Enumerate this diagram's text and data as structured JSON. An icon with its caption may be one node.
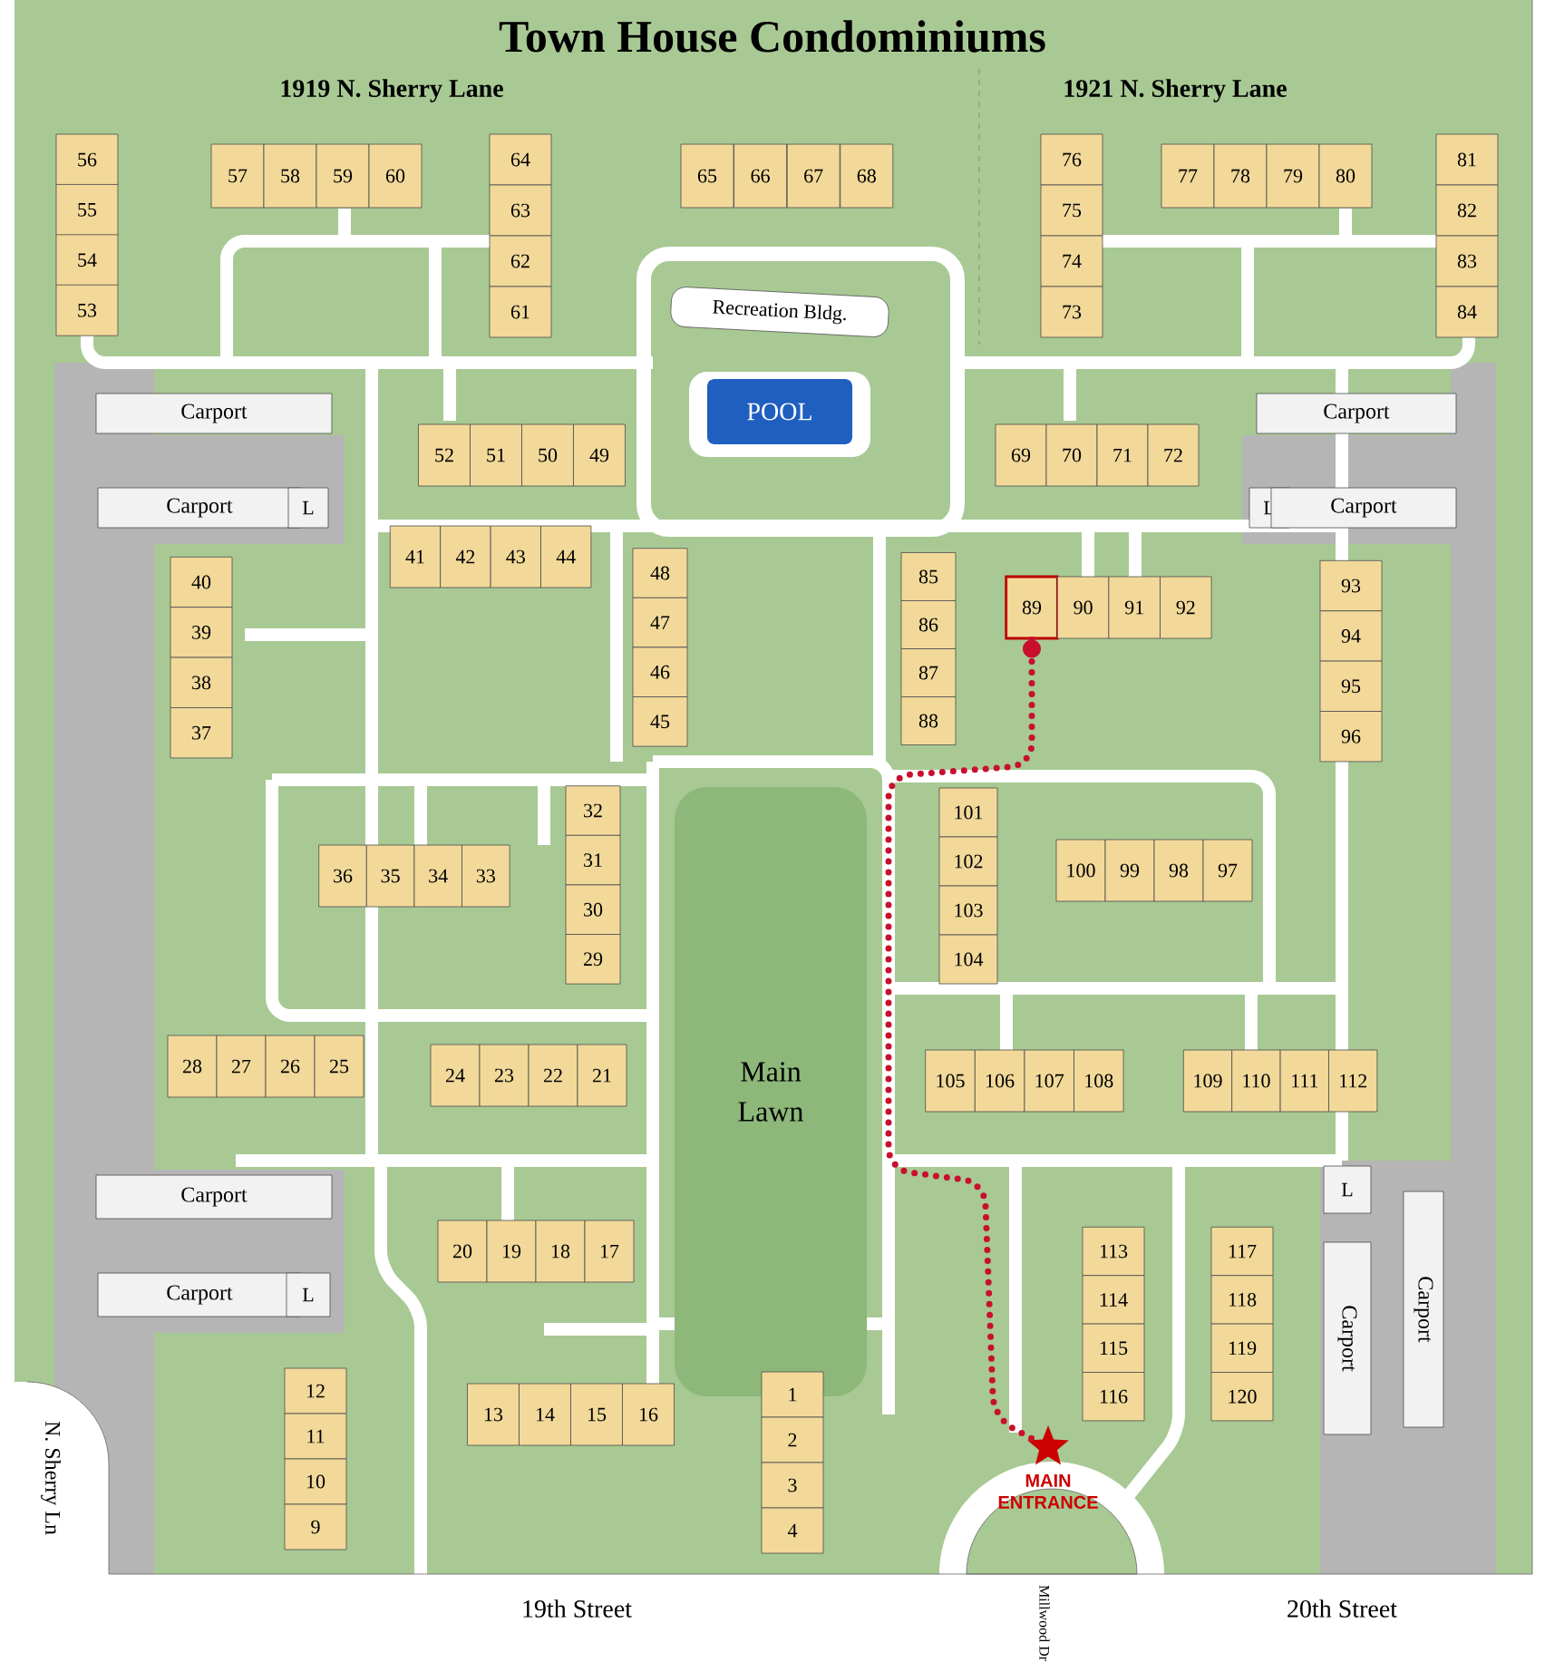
{
  "diagram": {
    "title": "Town House Condominiums",
    "nodes": [
      {
        "text": [
          "56"
        ]
      },
      {
        "text": [
          "55"
        ]
      },
      {
        "text": [
          "54"
        ]
      },
      {
        "text": [
          "53"
        ]
      },
      {
        "text": [
          "57"
        ]
      },
      {
        "text": [
          "58"
        ]
      },
      {
        "text": [
          "59"
        ]
      },
      {
        "text": [
          "60"
        ]
      },
      {
        "text": [
          "64"
        ]
      },
      {
        "text": [
          "63"
        ]
      },
      {
        "text": [
          "62"
        ]
      },
      {
        "text": [
          "61"
        ]
      },
      {
        "text": [
          "65"
        ]
      },
      {
        "text": [
          "66"
        ]
      },
      {
        "text": [
          "67"
        ]
      },
      {
        "text": [
          "68"
        ]
      },
      {
        "text": [
          "76"
        ]
      },
      {
        "text": [
          "75"
        ]
      },
      {
        "text": [
          "74"
        ]
      },
      {
        "text": [
          "73"
        ]
      },
      {
        "text": [
          "77"
        ]
      },
      {
        "text": [
          "78"
        ]
      },
      {
        "text": [
          "79"
        ]
      },
      {
        "text": [
          "80"
        ]
      },
      {
        "text": [
          "81"
        ]
      },
      {
        "text": [
          "82"
        ]
      },
      {
        "text": [
          "83"
        ]
      },
      {
        "text": [
          "84"
        ]
      },
      {
        "text": [
          "Recreation Bldg."
        ]
      },
      {
        "text": [
          "POOL"
        ]
      },
      {
        "text": [
          "Carport"
        ]
      },
      {
        "text": [
          "Carport"
        ]
      },
      {
        "text": [
          "L"
        ]
      },
      {
        "text": [
          "Carport"
        ]
      },
      {
        "text": [
          "L"
        ]
      },
      {
        "text": [
          "Carport"
        ]
      },
      {
        "text": [
          "52"
        ]
      },
      {
        "text": [
          "51"
        ]
      },
      {
        "text": [
          "50"
        ]
      },
      {
        "text": [
          "49"
        ]
      },
      {
        "text": [
          "69"
        ]
      },
      {
        "text": [
          "70"
        ]
      },
      {
        "text": [
          "71"
        ]
      },
      {
        "text": [
          "72"
        ]
      },
      {
        "text": [
          "40"
        ]
      },
      {
        "text": [
          "39"
        ]
      },
      {
        "text": [
          "38"
        ]
      },
      {
        "text": [
          "37"
        ]
      },
      {
        "text": [
          "41"
        ]
      },
      {
        "text": [
          "42"
        ]
      },
      {
        "text": [
          "43"
        ]
      },
      {
        "text": [
          "44"
        ]
      },
      {
        "text": [
          "48"
        ]
      },
      {
        "text": [
          "47"
        ]
      },
      {
        "text": [
          "46"
        ]
      },
      {
        "text": [
          "45"
        ]
      },
      {
        "text": [
          "85"
        ]
      },
      {
        "text": [
          "86"
        ]
      },
      {
        "text": [
          "87"
        ]
      },
      {
        "text": [
          "88"
        ]
      },
      {
        "text": [
          "89"
        ]
      },
      {
        "text": [
          "90"
        ]
      },
      {
        "text": [
          "91"
        ]
      },
      {
        "text": [
          "92"
        ]
      },
      {
        "text": [
          "93"
        ]
      },
      {
        "text": [
          "94"
        ]
      },
      {
        "text": [
          "95"
        ]
      },
      {
        "text": [
          "96"
        ]
      },
      {
        "text": [
          "36"
        ]
      },
      {
        "text": [
          "35"
        ]
      },
      {
        "text": [
          "34"
        ]
      },
      {
        "text": [
          "33"
        ]
      },
      {
        "text": [
          "32"
        ]
      },
      {
        "text": [
          "31"
        ]
      },
      {
        "text": [
          "30"
        ]
      },
      {
        "text": [
          "29"
        ]
      },
      {
        "text": [
          "Main Lawn"
        ]
      },
      {
        "text": [
          "101"
        ]
      },
      {
        "text": [
          "102"
        ]
      },
      {
        "text": [
          "103"
        ]
      },
      {
        "text": [
          "104"
        ]
      },
      {
        "text": [
          "100"
        ]
      },
      {
        "text": [
          "99"
        ]
      },
      {
        "text": [
          "98"
        ]
      },
      {
        "text": [
          "97"
        ]
      },
      {
        "text": [
          "28"
        ]
      },
      {
        "text": [
          "27"
        ]
      },
      {
        "text": [
          "26"
        ]
      },
      {
        "text": [
          "25"
        ]
      },
      {
        "text": [
          "24"
        ]
      },
      {
        "text": [
          "23"
        ]
      },
      {
        "text": [
          "22"
        ]
      },
      {
        "text": [
          "21"
        ]
      },
      {
        "text": [
          "105"
        ]
      },
      {
        "text": [
          "106"
        ]
      },
      {
        "text": [
          "107"
        ]
      },
      {
        "text": [
          "108"
        ]
      },
      {
        "text": [
          "109"
        ]
      },
      {
        "text": [
          "110"
        ]
      },
      {
        "text": [
          "111"
        ]
      },
      {
        "text": [
          "112"
        ]
      },
      {
        "text": [
          "Carport"
        ]
      },
      {
        "text": [
          "L"
        ]
      },
      {
        "text": [
          "20"
        ]
      },
      {
        "text": [
          "19"
        ]
      },
      {
        "text": [
          "18"
        ]
      },
      {
        "text": [
          "17"
        ]
      },
      {
        "text": [
          "113"
        ]
      },
      {
        "text": [
          "114"
        ]
      },
      {
        "text": [
          "115"
        ]
      },
      {
        "text": [
          "116"
        ]
      },
      {
        "text": [
          "117"
        ]
      },
      {
        "text": [
          "118"
        ]
      },
      {
        "text": [
          "119"
        ]
      },
      {
        "text": [
          "120"
        ]
      },
      {
        "text": [
          "Carport"
        ]
      },
      {
        "text": [
          "L"
        ]
      },
      {
        "text": [
          "Carport"
        ]
      },
      {
        "text": [
          "Carport"
        ]
      },
      {
        "text": [
          "12"
        ]
      },
      {
        "text": [
          "11"
        ]
      },
      {
        "text": [
          "10"
        ]
      },
      {
        "text": [
          "9"
        ]
      },
      {
        "text": [
          "13"
        ]
      },
      {
        "text": [
          "14"
        ]
      },
      {
        "text": [
          "15"
        ]
      },
      {
        "text": [
          "16"
        ]
      },
      {
        "text": [
          "1"
        ]
      },
      {
        "text": [
          "2"
        ]
      },
      {
        "text": [
          "3"
        ]
      },
      {
        "text": [
          "4"
        ]
      },
      {
        "text": [],
        "shape": "star",
        "beside": [
          "MAIN ENTRANCE"
        ]
      }
    ],
    "edges": [
      {
        "from": 60,
        "to": 131,
        "arrow": "other",
        "style": "dashed",
        "color": "#c8102e"
      }
    ],
    "labels": [
      "1919 N. Sherry Lane",
      "1921 N. Sherry Lane",
      "N. Sherry Ln",
      "19th Street",
      "Millwood Dr",
      "20th Street"
    ]
  }
}
